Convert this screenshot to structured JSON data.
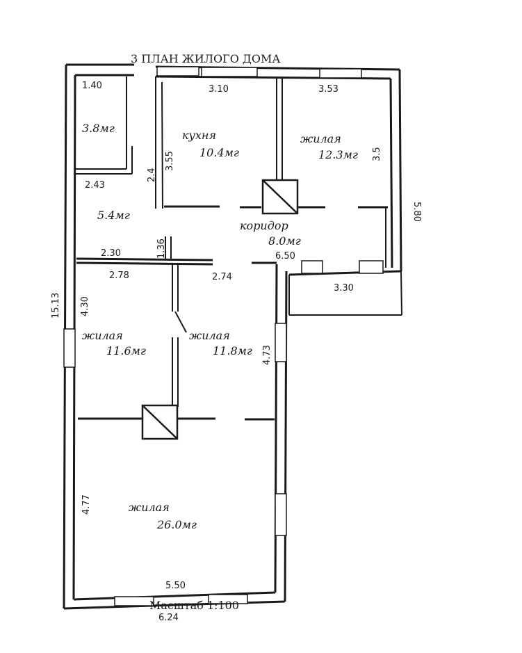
{
  "title": "3   ПЛАН ЖИЛОГО ДОМА",
  "scale": "Масштаб 1:100",
  "rooms": [
    {
      "id": "kitchen",
      "name": "кухня",
      "area": "10.4мг"
    },
    {
      "id": "living-ne",
      "name": "жилая",
      "area": "12.3мг"
    },
    {
      "id": "corridor",
      "name": "коридор",
      "area": "8.0мг"
    },
    {
      "id": "pantry",
      "name": "",
      "area": "3.8мг"
    },
    {
      "id": "hall",
      "name": "",
      "area": "5.4мг"
    },
    {
      "id": "living-w",
      "name": "жилая",
      "area": "11.6мг"
    },
    {
      "id": "living-c",
      "name": "жилая",
      "area": "11.8мг"
    },
    {
      "id": "living-s",
      "name": "жилая",
      "area": "26.0мг"
    }
  ],
  "dimensions": {
    "d_1_40": "1.40",
    "d_3_10": "3.10",
    "d_3_53": "3.53",
    "d_5_80": "5.80",
    "d_2_43": "2.43",
    "d_2_4_left": "2.4",
    "d_3_55": "3.55",
    "d_3_55_right": "3.5",
    "d_2_30": "2.30",
    "d_1_36": "1.36",
    "d_6_50": "6.50",
    "d_2_78": "2.78",
    "d_2_74": "2.74",
    "d_3_30": "3.30",
    "d_15_13": "15.13",
    "d_4_30": "4.30",
    "d_4_73": "4.73",
    "d_4_77": "4.77",
    "d_5_50": "5.50",
    "d_6_24": "6.24"
  }
}
